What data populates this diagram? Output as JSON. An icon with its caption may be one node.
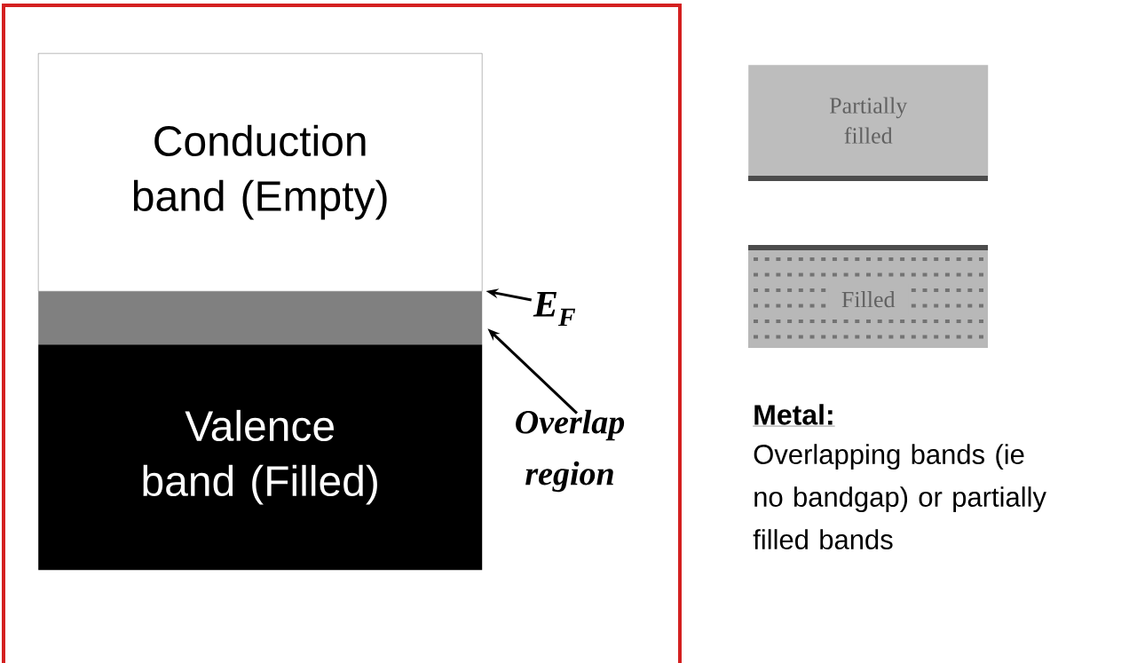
{
  "diagram": {
    "nodes": [
      {
        "text": [
          "Conduction band (Empty)"
        ]
      },
      {
        "text": [],
        "shape": "bar"
      },
      {
        "text": [
          "Valence band (Filled)"
        ]
      },
      {
        "text": [
          "E$_{F}$"
        ]
      },
      {
        "text": [
          "Overlap region"
        ]
      },
      {
        "text": [
          "Partially filled"
        ]
      },
      {
        "text": [
          "Filled"
        ]
      }
    ],
    "edges": [
      {
        "from": 3,
        "to": 1,
        "arrow": "to"
      },
      {
        "from": 4,
        "to": 1,
        "arrow": "to"
      }
    ],
    "labels": [
      "Metal:",
      "Overlapping bands (ie no bandgap) or partially filled bands"
    ]
  }
}
